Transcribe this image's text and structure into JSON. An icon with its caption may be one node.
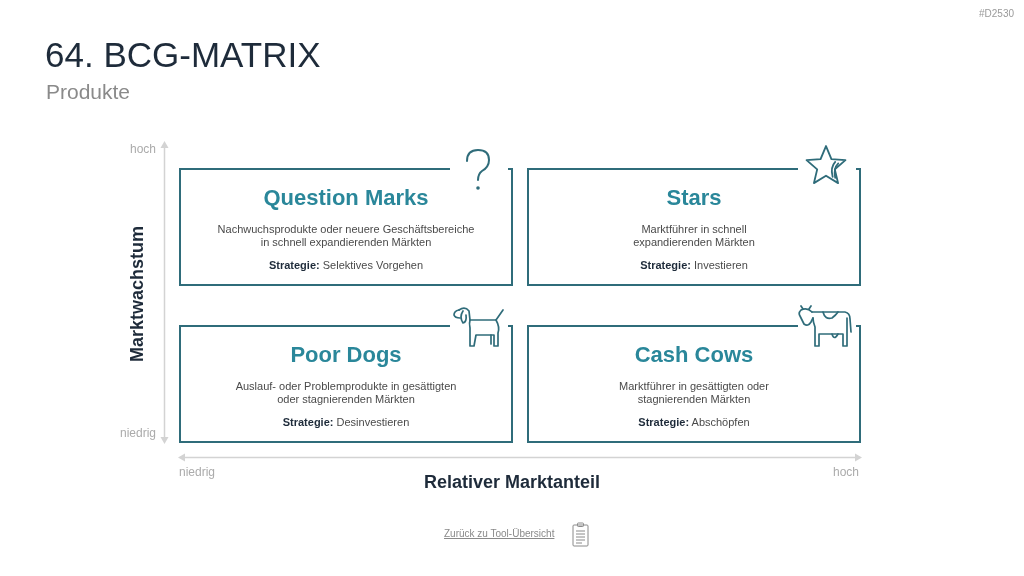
{
  "diagram": {
    "title": "64. BCG-MATRIX",
    "nodes": [
      {
        "text": [
          "Question Marks",
          "Nachwuchsprodukte oder neuere Geschäftsbereiche in schnell expandierenden Märkten",
          "**Strategie:** Selektives Vorgehen"
        ]
      },
      {
        "text": [
          "Stars",
          "Marktführer in schnell expandierenden Märkten",
          "**Strategie:** Investieren"
        ]
      },
      {
        "text": [
          "Poor Dogs",
          "Auslauf- oder Problemprodukte in gesättigten oder stagnierenden Märkten",
          "**Strategie:** Desinvestieren"
        ]
      },
      {
        "text": [
          "Cash Cows",
          "Marktführer in gesättigten oder stagnierenden Märkten",
          "**Strategie:** Abschöpfen"
        ]
      }
    ],
    "labels": [
      "#D2530",
      "Produkte",
      "hoch",
      "Marktwachstum",
      "niedrig",
      "niedrig",
      "hoch",
      "Relativer Marktanteil",
      "Zurück zu Tool-Übersicht"
    ]
  }
}
